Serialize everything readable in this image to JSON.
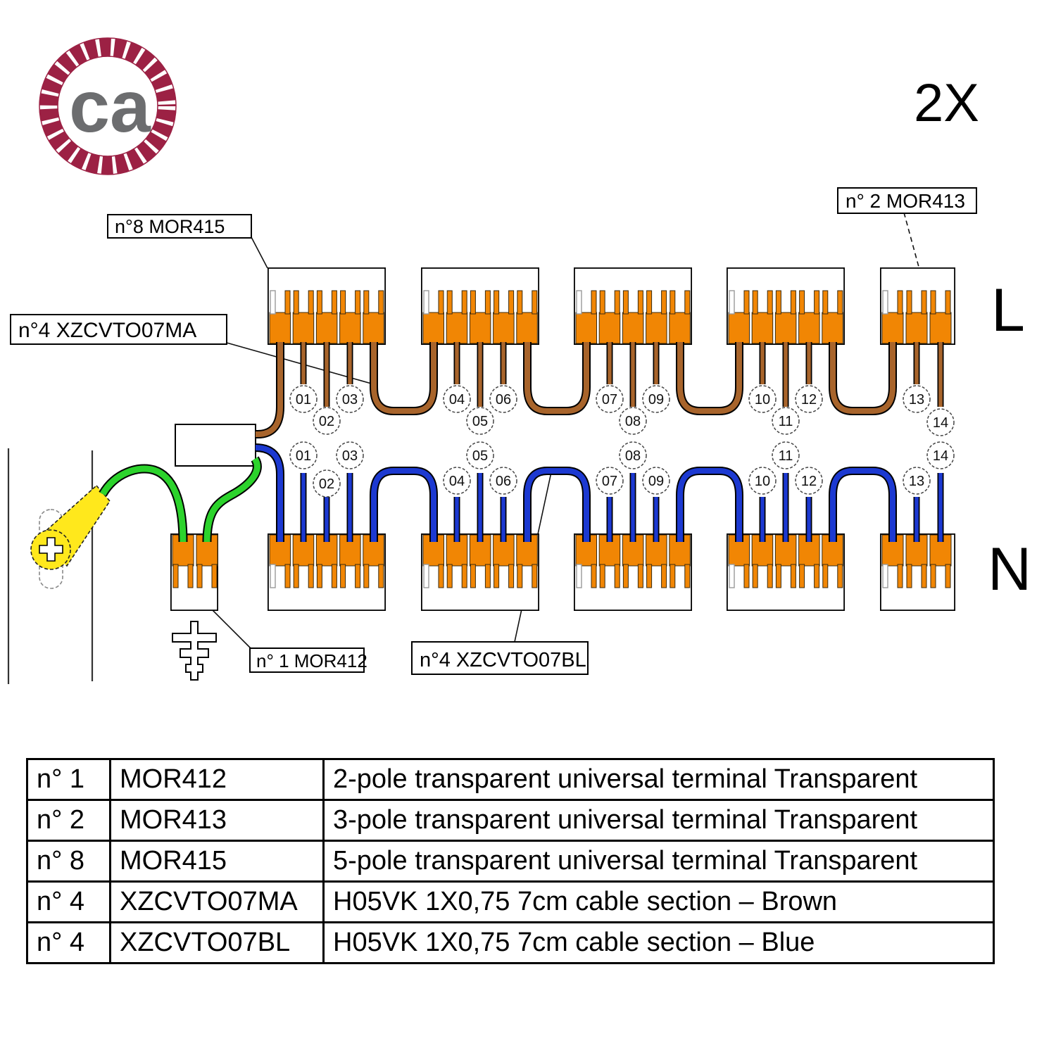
{
  "logo": {
    "text": "ca"
  },
  "quantity_note": "2X",
  "diagram": {
    "labels": {
      "mor415": "n°8 MOR415",
      "mor413": "n° 2  MOR413",
      "cable_brown": "n°4 XZCVTO07MA",
      "mor412": "n° 1 MOR412",
      "cable_blue": "n°4 XZCVTO07BL",
      "line_live": "L",
      "line_neutral": "N"
    },
    "wire_numbers": [
      "01",
      "02",
      "03",
      "04",
      "05",
      "06",
      "07",
      "08",
      "09",
      "10",
      "11",
      "12",
      "13",
      "14"
    ],
    "colors": {
      "terminal_orange": "#F18604",
      "wire_brown": "#A8642B",
      "wire_blue": "#1C39D1",
      "wire_green": "#2CD32C",
      "ground_yellow": "#FFE81C",
      "logo_maroon": "#9C2144",
      "logo_gray": "#6C6D6F"
    }
  },
  "parts_table": {
    "rows": [
      {
        "qty": "n° 1",
        "code": "MOR412",
        "desc": "2-pole transparent universal terminal Transparent"
      },
      {
        "qty": "n° 2",
        "code": "MOR413",
        "desc": "3-pole transparent universal terminal Transparent"
      },
      {
        "qty": "n° 8",
        "code": "MOR415",
        "desc": "5-pole transparent universal terminal Transparent"
      },
      {
        "qty": "n° 4",
        "code": "XZCVTO07MA",
        "desc": "H05VK 1X0,75 7cm cable section – Brown"
      },
      {
        "qty": "n° 4",
        "code": "XZCVTO07BL",
        "desc": "H05VK 1X0,75 7cm cable section – Blue"
      }
    ]
  }
}
